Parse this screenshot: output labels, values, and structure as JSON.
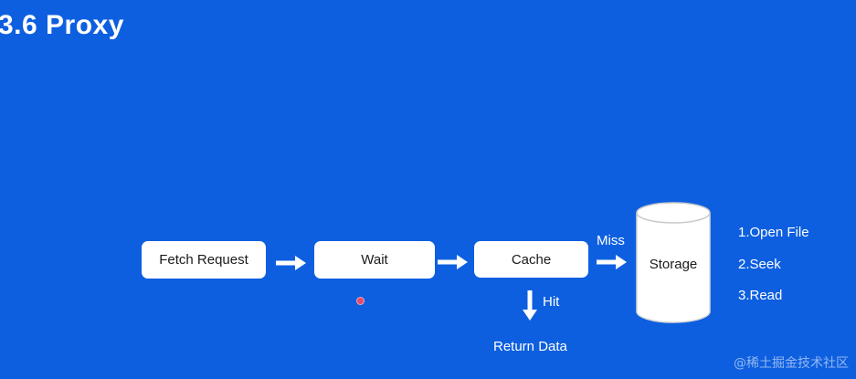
{
  "title": "3.6 Proxy",
  "nodes": {
    "fetch_request": "Fetch Request",
    "wait": "Wait",
    "cache": "Cache",
    "storage": "Storage"
  },
  "edge_labels": {
    "miss": "Miss",
    "hit": "Hit",
    "return_data": "Return Data"
  },
  "storage_steps": [
    "1.Open File",
    "2.Seek",
    "3.Read"
  ],
  "watermark": "@稀土掘金技术社区",
  "colors": {
    "background": "#0d5fe0",
    "box": "#ffffff",
    "text_on_box": "#1b1b1b",
    "arrow": "#ffffff",
    "pointer_dot": "#e44b6a"
  }
}
